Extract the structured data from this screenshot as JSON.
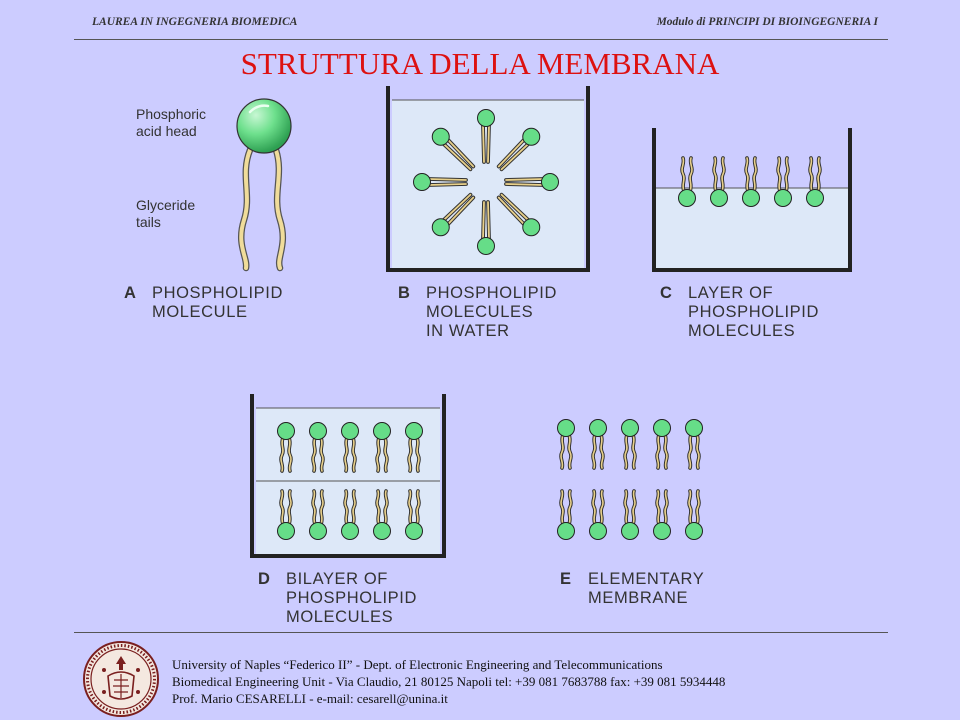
{
  "header": {
    "course": "LAUREA IN INGEGNERIA BIOMEDICA",
    "module": "Modulo di PRINCIPI DI BIOINGEGNERIA I"
  },
  "title": "STRUTTURA DELLA MEMBRANA",
  "panels": {
    "a": {
      "letter": "A",
      "line1": "PHOSPHOLIPID",
      "line2": "MOLECULE",
      "head_label_1": "Phosphoric",
      "head_label_2": "acid head",
      "tail_label_1": "Glyceride",
      "tail_label_2": "tails"
    },
    "b": {
      "letter": "B",
      "line1": "PHOSPHOLIPID",
      "line2": "MOLECULES",
      "line3": "IN WATER"
    },
    "c": {
      "letter": "C",
      "line1": "LAYER OF",
      "line2": "PHOSPHOLIPID",
      "line3": "MOLECULES"
    },
    "d": {
      "letter": "D",
      "line1": "BILAYER OF",
      "line2": "PHOSPHOLIPID",
      "line3": "MOLECULES"
    },
    "e": {
      "letter": "E",
      "line1": "ELEMENTARY",
      "line2": "MEMBRANE"
    }
  },
  "footer": {
    "line1": "University of Naples “Federico II” - Dept. of Electronic Engineering and Telecommunications",
    "line2": "Biomedical Engineering Unit - Via Claudio, 21  80125 Napoli  tel: +39 081 7683788   fax: +39 081 5934448",
    "line3": "Prof. Mario CESARELLI - e-mail: cesarell@unina.it"
  },
  "colors": {
    "background": "#ccccff",
    "title": "#dd1111",
    "head": "#66dd88",
    "tail": "#e8d08a",
    "water": "#dde8f8",
    "seal": "#7a1f1f"
  },
  "icons": {
    "seal": "university-seal-icon"
  }
}
